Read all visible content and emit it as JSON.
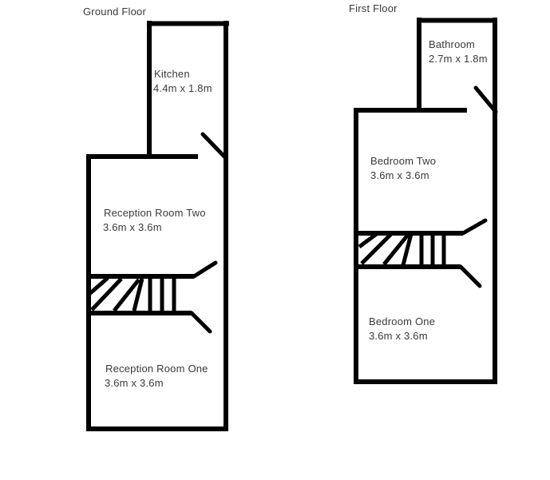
{
  "document": {
    "type": "floor-plan",
    "background_color": "#ffffff",
    "wall_color": "#000000",
    "text_color": "#3a3a3a"
  },
  "ground_floor": {
    "title": "Ground Floor",
    "rooms": [
      {
        "name": "Kitchen",
        "dimensions": "4.4m x 1.8m"
      },
      {
        "name": "Reception Room Two",
        "dimensions": "3.6m x 3.6m"
      },
      {
        "name": "Reception Room One",
        "dimensions": "3.6m x 3.6m"
      }
    ],
    "features": [
      "stairs",
      "kitchen-door",
      "stair-landing-openings"
    ]
  },
  "first_floor": {
    "title": "First Floor",
    "rooms": [
      {
        "name": "Bathroom",
        "dimensions": "2.7m x 1.8m"
      },
      {
        "name": "Bedroom Two",
        "dimensions": "3.6m x 3.6m"
      },
      {
        "name": "Bedroom One",
        "dimensions": "3.6m x 3.6m"
      }
    ],
    "features": [
      "stairs",
      "bathroom-door",
      "stair-landing-openings"
    ]
  }
}
